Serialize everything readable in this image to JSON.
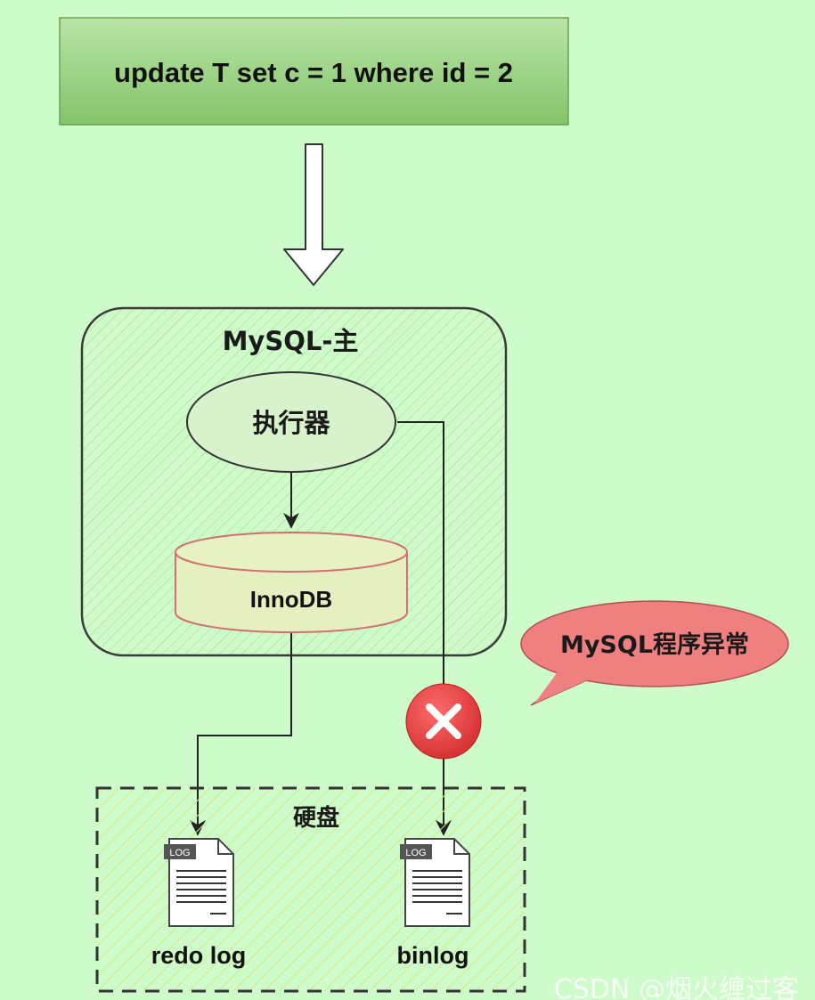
{
  "statement": {
    "text": "update T set c = 1 where id = 2"
  },
  "server": {
    "title": "MySQL-主"
  },
  "executor": {
    "label": "执行器"
  },
  "engine": {
    "label": "InnoDB"
  },
  "error": {
    "callout": "MySQL程序异常"
  },
  "disk": {
    "label": "硬盘",
    "files": [
      {
        "name": "redo log",
        "badge": "LOG"
      },
      {
        "name": "binlog",
        "badge": "LOG"
      }
    ]
  },
  "watermark": {
    "text": "CSDN @烟火缠过客"
  },
  "colors": {
    "background": "#cdfbc9",
    "statement_fill": "#9fd68a",
    "error_red": "#e53935",
    "callout_fill": "#f08080",
    "engine_stroke": "#d07070"
  }
}
